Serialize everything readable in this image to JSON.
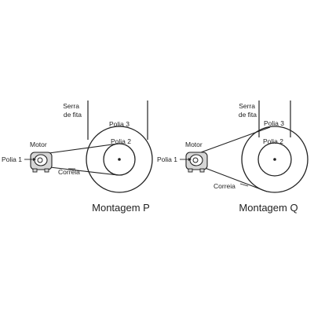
{
  "colors": {
    "ink": "#222222",
    "motor": "#d6d6d6",
    "background": "#ffffff"
  },
  "assembly_p": {
    "saw_label_line1": "Serra",
    "saw_label_line2": "de fita",
    "pulley3_label": "Polia 3",
    "pulley2_label": "Polia 2",
    "motor_label": "Motor",
    "pulley1_label": "Polia 1",
    "belt_label": "Correia",
    "caption": "Montagem P"
  },
  "assembly_q": {
    "saw_label_line1": "Serra",
    "saw_label_line2": "de fita",
    "pulley3_label": "Polia 3",
    "pulley2_label": "Polia 2",
    "motor_label": "Motor",
    "pulley1_label": "Polia 1",
    "belt_label": "Correia",
    "caption": "Montagem Q"
  }
}
